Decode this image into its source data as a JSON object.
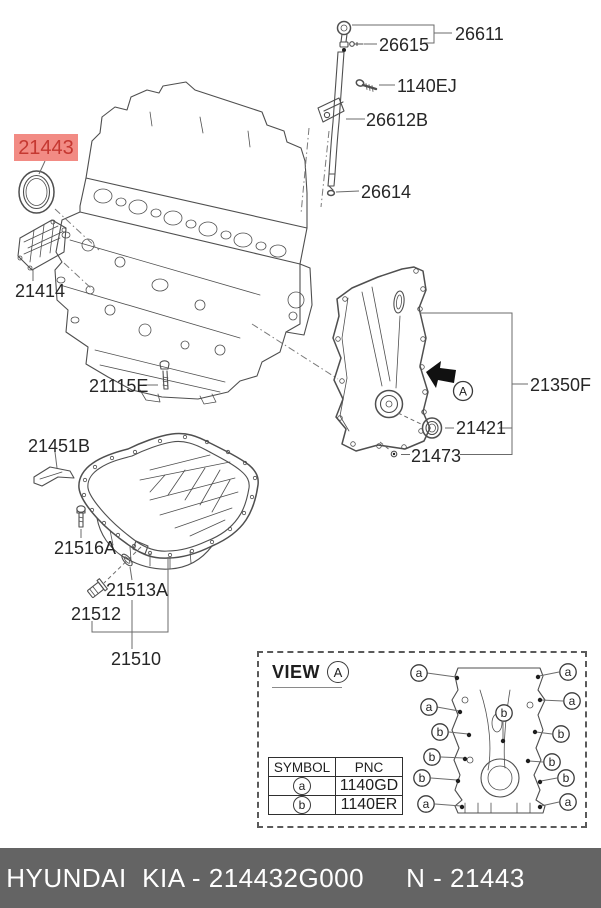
{
  "labels": {
    "p21443": "21443",
    "p21414": "21414",
    "p21115E": "21115E",
    "p26615": "26615",
    "p26611": "26611",
    "p1140EJ": "1140EJ",
    "p26612B": "26612B",
    "p26614": "26614",
    "p21350F": "21350F",
    "p21421": "21421",
    "p21473": "21473",
    "p21451B": "21451B",
    "p21516A": "21516A",
    "p21513A": "21513A",
    "p21512": "21512",
    "p21510": "21510"
  },
  "highlight": {
    "part": "21443",
    "bg": "#f28b84",
    "fg": "#c53831"
  },
  "view_a": {
    "title": "VIEW",
    "ref_letter": "A",
    "table": {
      "headers": [
        "SYMBOL",
        "PNC"
      ],
      "rows": [
        {
          "symbol": "a",
          "pnc": "1140GD"
        },
        {
          "symbol": "b",
          "pnc": "1140ER"
        }
      ]
    },
    "callouts": {
      "left": [
        "a",
        "a",
        "b",
        "b",
        "b",
        "a"
      ],
      "middle": [
        "b"
      ],
      "right": [
        "a",
        "a",
        "b",
        "b",
        "b",
        "a"
      ]
    }
  },
  "banner": {
    "left_text": "HYUNDAI  KIA - 214432G000",
    "right_text": "N - 21443",
    "bg": "#646464",
    "fg": "#ffffff"
  }
}
